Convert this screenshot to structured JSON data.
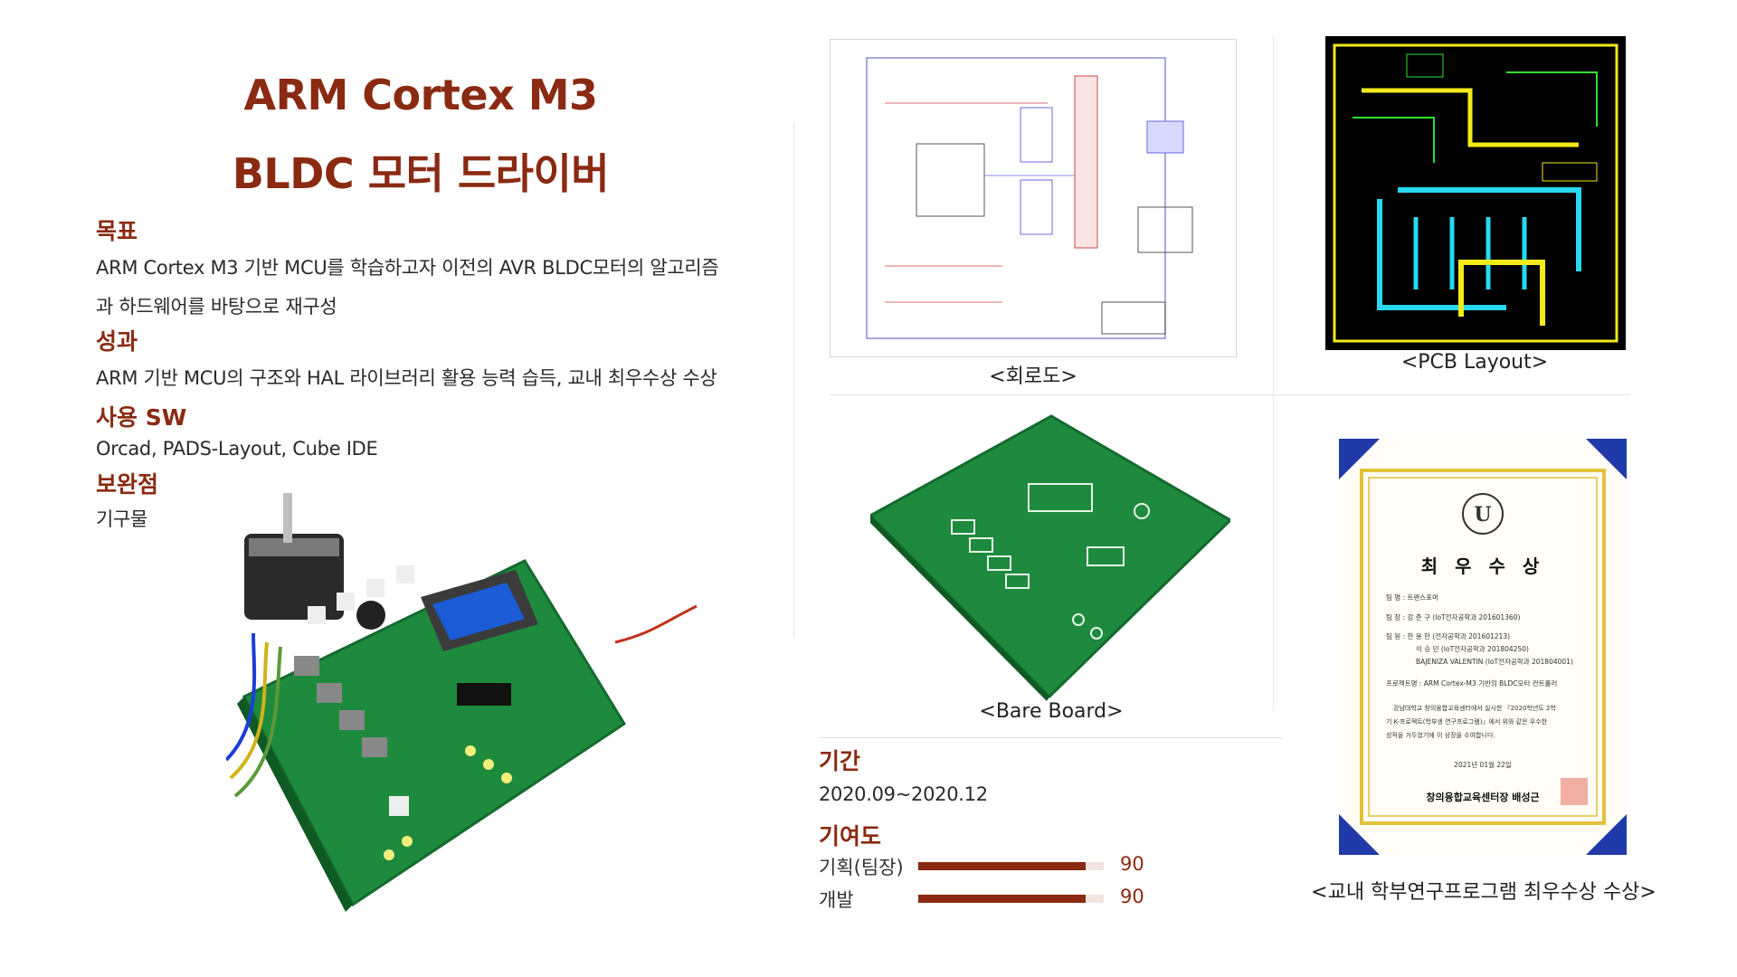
{
  "title": {
    "line1": "ARM Cortex M3",
    "line2": "BLDC 모터 드라이버"
  },
  "sections": {
    "goal": {
      "heading": "목표",
      "line1": "ARM Cortex M3 기반 MCU를 학습하고자 이전의 AVR BLDC모터의 알고리즘",
      "line2": "과 하드웨어를 바탕으로 재구성"
    },
    "result": {
      "heading": "성과",
      "text": "ARM 기반 MCU의 구조와 HAL 라이브러리 활용 능력 습득, 교내 최우수상 수상"
    },
    "software": {
      "heading": "사용 SW",
      "text": "Orcad, PADS-Layout, Cube IDE"
    },
    "improve": {
      "heading": "보완점",
      "text": "기구물"
    }
  },
  "captions": {
    "schematic": "<회로도>",
    "pcb": "<PCB Layout>",
    "bare_board": "<Bare Board>",
    "award": "<교내 학부연구프로그램 최우수상 수상>"
  },
  "period": {
    "heading": "기간",
    "value": "2020.09~2020.12"
  },
  "contribution": {
    "heading": "기여도",
    "items": [
      {
        "label": "기획(팀장)",
        "value": "90",
        "fraction": 0.9
      },
      {
        "label": "개발",
        "value": "90",
        "fraction": 0.9
      }
    ]
  },
  "award_certificate": {
    "title": "최 우 수 상",
    "team": "팀 명 : 트랜스포머",
    "leader": "팀 장 : 강 준 구 (IoT전자공학과 201601360)",
    "member1": "팀 원 : 한 용 한 (전자공학과 201601213)",
    "member2": "이 승 민 (IoT전자공학과 201804250)",
    "member3": "BAJENIZA VALENTIN (IoT전자공학과 201804001)",
    "project": "프로젝트명 : ARM Cortex-M3 기반의 BLDC모터 컨트롤러",
    "body1": "강남대학교 창의융합교육센터에서 실시한 『2020학년도 2학",
    "body2": "기 K-프로젝트(학부생 연구프로그램)』에서 위와 같은 우수한",
    "body3": "성적을 거두었기에 이 상장을 수여합니다.",
    "date": "2021년 01월 22일",
    "signer": "창의융합교육센터장 배성근"
  },
  "colors": {
    "accent": "#8a2a12",
    "pcb_green": "#1e8a3e",
    "pcb_dark": "#000000",
    "trace_yellow": "#f2ea1a",
    "trace_cyan": "#27d8f0",
    "trace_green": "#2ee02e"
  }
}
